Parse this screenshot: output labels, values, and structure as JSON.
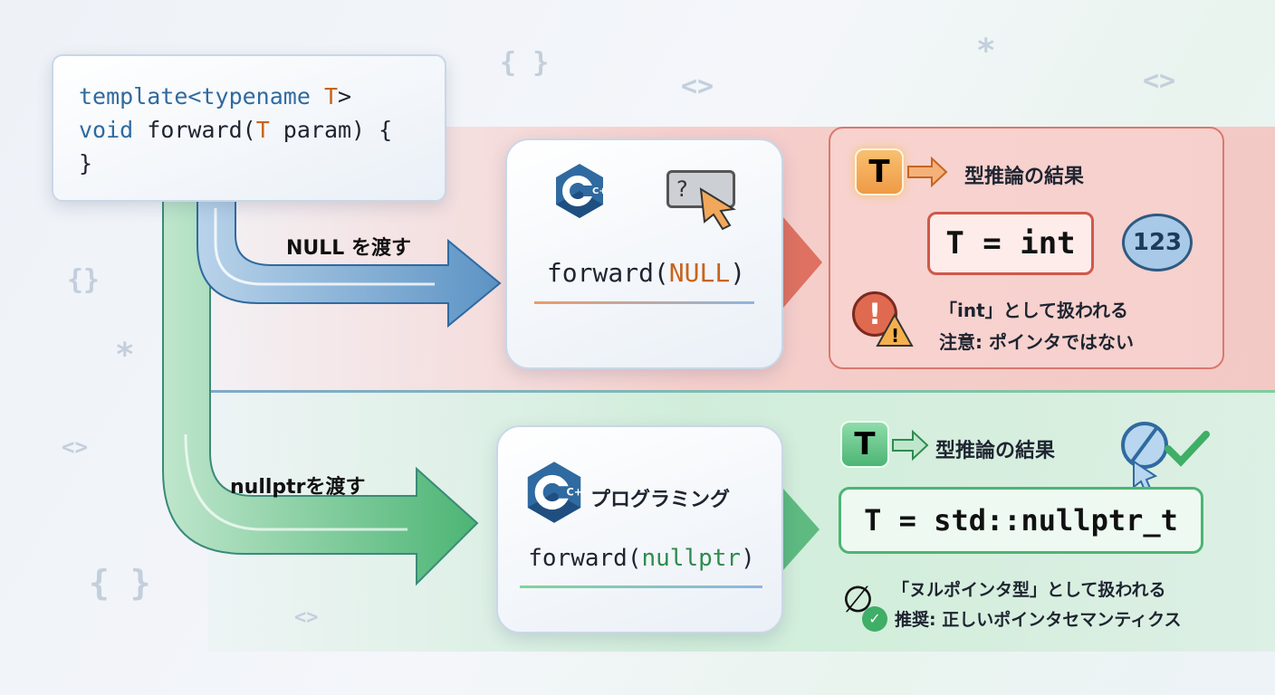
{
  "decorations": [
    "{ }",
    "<>",
    "*",
    "<>",
    "{}",
    "*",
    "<>",
    "{ }",
    "<>"
  ],
  "code": {
    "line1": {
      "kw": "template<typename ",
      "t": "T",
      "rest": ">"
    },
    "line2": {
      "kw": "void ",
      "fn": "forward(",
      "t": "T",
      "rest": " param) {"
    },
    "line3": "}"
  },
  "top": {
    "arrow_label": "NULL を渡す",
    "call_prefix": "forward(",
    "call_arg": "NULL",
    "call_suffix": ")",
    "cpp_logo": "C++",
    "unknown_icon_text": "?",
    "t_label": "T",
    "result_heading": "型推論の結果",
    "result": "T = int",
    "badge": "123",
    "note1": "「int」として扱われる",
    "note2": "注意: ポインタではない"
  },
  "bottom": {
    "arrow_label": "nullptrを渡す",
    "cpp_logo": "C++",
    "programming": "プログラミング",
    "call_prefix": "forward(",
    "call_arg": "nullptr",
    "call_suffix": ")",
    "t_label": "T",
    "result_heading": "型推論の結果",
    "result": "T = std::nullptr_t",
    "note1": "「ヌルポインタ型」として扱われる",
    "note2": "推奨: 正しいポインタセマンティクス"
  },
  "colors": {
    "blue": "#2f6aa0",
    "orange": "#c8641e",
    "green": "#2e8b4e",
    "red": "#d9796d"
  }
}
